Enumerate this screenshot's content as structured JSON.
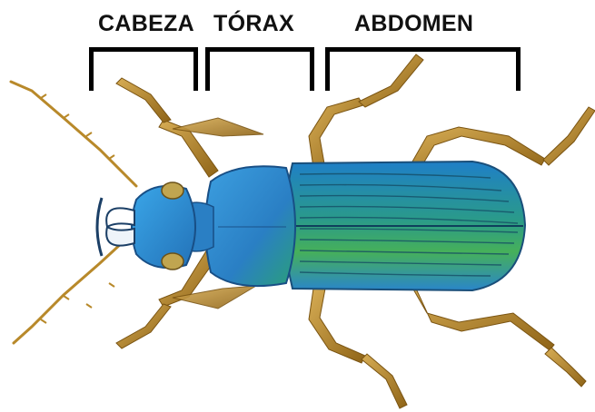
{
  "segments": {
    "head": {
      "label": "CABEZA"
    },
    "thorax": {
      "label": "TÓRAX"
    },
    "abdomen": {
      "label": "ABDOMEN"
    }
  },
  "colors": {
    "bracket": "#000000",
    "label": "#111111",
    "body_blue": "#2a86c9",
    "body_green": "#3fa86b",
    "legs": "#b8892a"
  }
}
